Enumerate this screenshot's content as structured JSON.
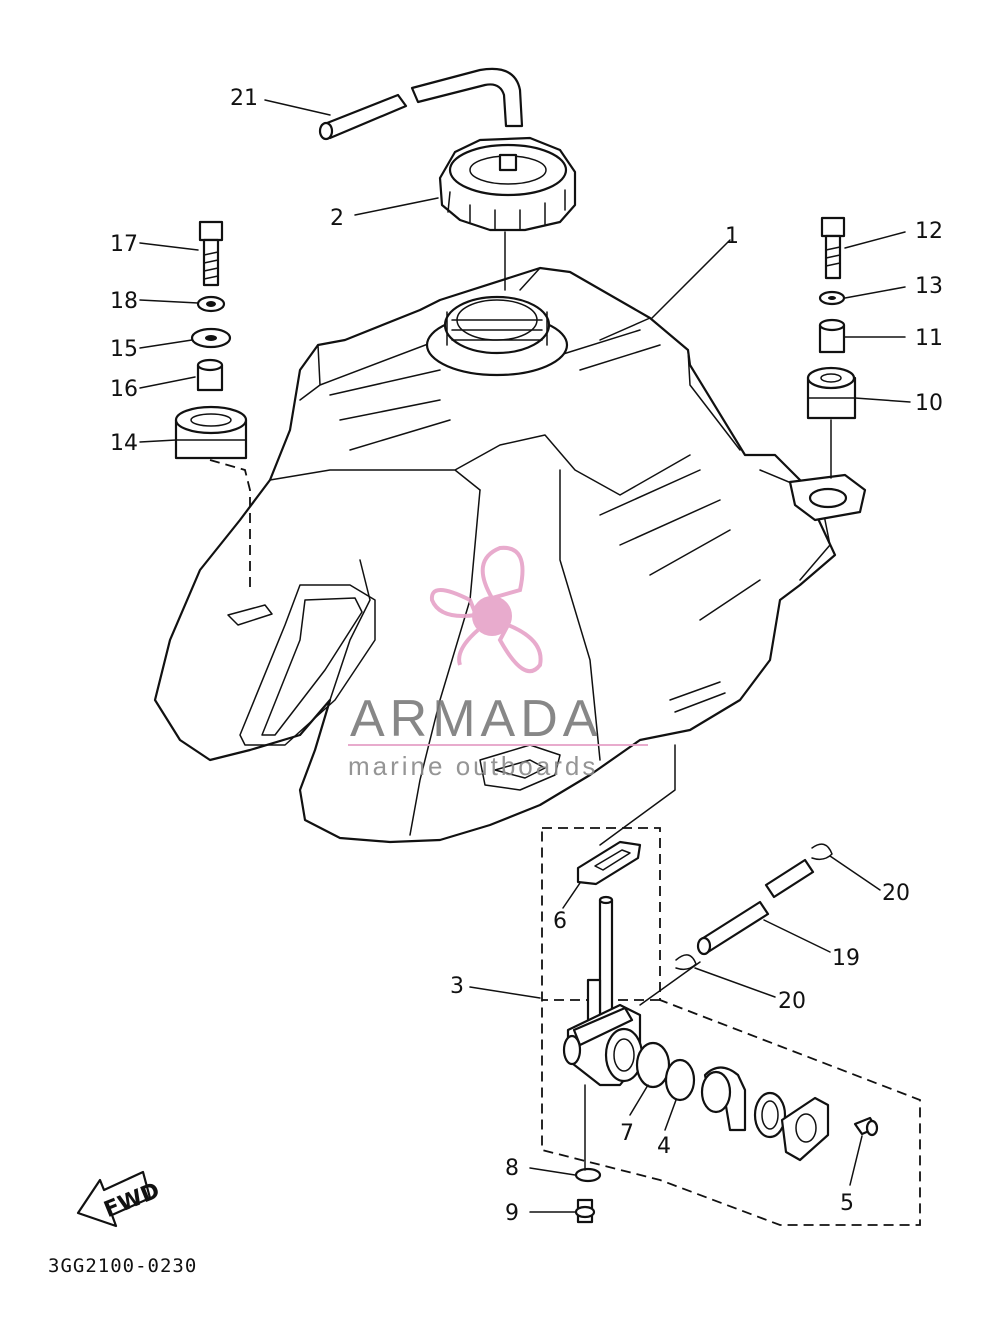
{
  "diagram": {
    "code": "3GG2100-0230",
    "fwd_label": "FWD",
    "callouts": [
      {
        "id": "c1",
        "label": "1"
      },
      {
        "id": "c2",
        "label": "2"
      },
      {
        "id": "c3",
        "label": "3"
      },
      {
        "id": "c4",
        "label": "4"
      },
      {
        "id": "c5",
        "label": "5"
      },
      {
        "id": "c6",
        "label": "6"
      },
      {
        "id": "c7",
        "label": "7"
      },
      {
        "id": "c8",
        "label": "8"
      },
      {
        "id": "c9",
        "label": "9"
      },
      {
        "id": "c10",
        "label": "10"
      },
      {
        "id": "c11",
        "label": "11"
      },
      {
        "id": "c12",
        "label": "12"
      },
      {
        "id": "c13",
        "label": "13"
      },
      {
        "id": "c14",
        "label": "14"
      },
      {
        "id": "c15",
        "label": "15"
      },
      {
        "id": "c16",
        "label": "16"
      },
      {
        "id": "c17",
        "label": "17"
      },
      {
        "id": "c18",
        "label": "18"
      },
      {
        "id": "c19",
        "label": "19"
      },
      {
        "id": "c20a",
        "label": "20"
      },
      {
        "id": "c20b",
        "label": "20"
      },
      {
        "id": "c21",
        "label": "21"
      }
    ]
  },
  "watermark": {
    "title": "ARMADA",
    "subtitle": "marine outboards",
    "logo_color": "#e6a3c8",
    "text_color": "#7b7b7b"
  }
}
